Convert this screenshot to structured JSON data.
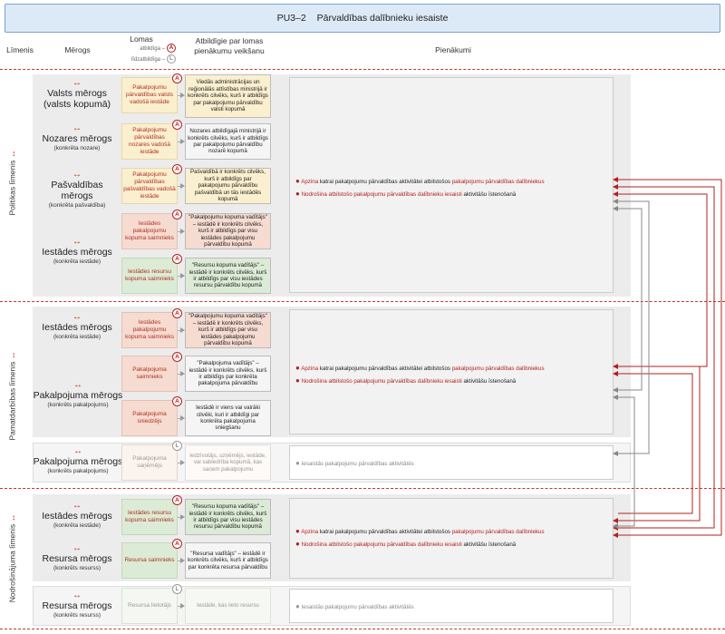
{
  "title": {
    "code": "PU3–2",
    "name": "Pārvaldības dalībnieku iesaiste"
  },
  "headers": {
    "level": "Līmenis",
    "scope": "Mērogs",
    "roles": "Lomas",
    "roles_legend_a": "atbildīga –",
    "roles_legend_l": "līdzatbildīga –",
    "responsible": "Atbildīgie par lomas pienākumu veikšanu",
    "duties": "Pienākumi"
  },
  "badges": {
    "a": "A",
    "l": "L"
  },
  "arrow_symbol": "↔",
  "levels": {
    "policy": "Politikas līmenis",
    "core": "Pamatdarbības līmenis",
    "support": "Nodrošinājuma līmenis"
  },
  "scopes": {
    "state": {
      "title": "Valsts mērogs",
      "sub": "(valsts kopumā)"
    },
    "sector": {
      "title": "Nozares mērogs",
      "sub": "(konkrēta nozare)"
    },
    "municipality": {
      "title": "Pašvaldības mērogs",
      "sub": "(konkrēta pašvaldība)"
    },
    "institution": {
      "title": "Iestādes mērogs",
      "sub": "(konkrēta iestāde)"
    },
    "service": {
      "title": "Pakalpojuma mērogs",
      "sub": "(konkrēts pakalpojums)"
    },
    "resource": {
      "title": "Resursa mērogs",
      "sub": "(konkrēts resurss)"
    }
  },
  "roles": {
    "state_authority": "Pakalpojumu pārvaldības valsts vadošā iestāde",
    "sector_authority": "Pakalpojumu pārvaldības nozares vadošā iestāde",
    "muni_authority": "Pakalpojumu pārvaldības pašvaldības vadošā iestāde",
    "inst_service_owner": "Iestādes pakalpojumu kopuma saimnieks",
    "inst_resource_owner": "Iestādes resursu kopuma saimnieks",
    "service_owner": "Pakalpojuma saimnieks",
    "service_provider": "Pakalpojuma sniedzējs",
    "service_recipient": "Pakalpojuma saņēmējs",
    "resource_owner": "Resursa saimnieks",
    "resource_user": "Resursa lietotājs"
  },
  "responsible": {
    "state": "Viedās administrācijas un reģionālās attīstības ministrijā ir konkrēts cilvēks, kurš ir atbildīgs par pakalpojumu pārvaldību valsti kopumā",
    "sector": "Nozares atbildīgajā ministrijā ir konkrēts cilvēks, kurš ir atbildīgs par pakalpojumu pārvaldību nozarē kopumā",
    "muni": "Pašvaldībā ir konkrēts cilvēks, kurš ir atbildīgs par pakalpojumu pārvaldību pašvaldībā un tās iestādēs kopumā",
    "inst_service": "\"Pakalpojumu kopuma vadītājs\" – iestādē ir konkrēts cilvēks, kurš ir atbildīgs par visu iestādes pakalpojumu pārvaldību kopumā",
    "inst_resource": "\"Resursu kopuma vadītājs\" – iestādē ir konkrēts cilvēks, kurš ir atbildīgs par visu iestādes resursu pārvaldību kopumā",
    "service_owner": "\"Pakalpojuma vadītājs\" – iestādē ir konkrēts cilvēks, kurš ir atbildīgs par konkrēta pakalpojuma pārvaldību",
    "service_provider": "Iestādē ir viens vai vairāki cilvēki, kuri ir atbildīgi par konkrēta pakalpojuma sniegšanu",
    "service_recipient": "Iedzīvotājs, uzņēmējs, iestāde, vai sabiedrība kopumā, kas saņem pakalpojumu",
    "resource_owner": "\"Resursa vadītājs\" – iestādē ir konkrēts cilvēks, kurš ir atbildīgs par konkrēta resursa pārvaldību",
    "resource_user": "Iestāde, kas lieto resursu"
  },
  "duties": {
    "d1_pre": "Apzina",
    "d1_mid": "katrai pakalpojumu pārvaldības aktivitātei atbilstošos",
    "d1_red": "pakalpojumu pārvaldības dalībniekus",
    "d2_red": "Nodrošina atbilstošo pakalpojumu pārvaldības dalībnieku iesaisti",
    "d2_post": "aktivitāšu īstenošanā",
    "d3": "Iesaistās pakalpojumu pārvaldības aktivitātēs"
  }
}
